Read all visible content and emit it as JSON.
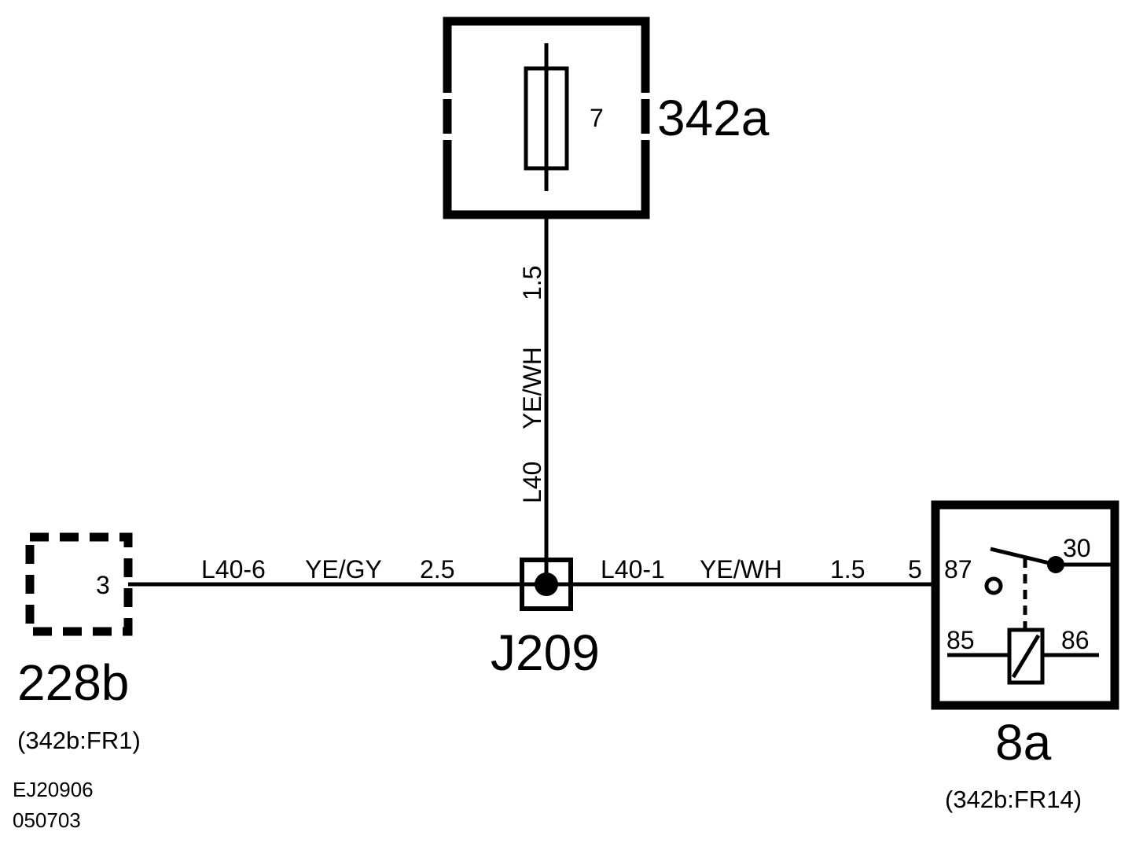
{
  "colors": {
    "ink": "#000000",
    "background": "#ffffff"
  },
  "fuse_box": {
    "name": "342a",
    "fuse_number": "7"
  },
  "connector_228b": {
    "name": "228b",
    "ref": "(342b:FR1)",
    "pin": "3"
  },
  "junction": {
    "name": "J209"
  },
  "relay": {
    "name": "8a",
    "ref": "(342b:FR14)",
    "connector_pin": "5",
    "pins": {
      "p87": "87",
      "p30": "30",
      "p85": "85",
      "p86": "86"
    }
  },
  "wires": {
    "vertical": {
      "circuit": "L40",
      "color": "YE/WH",
      "size": "1.5"
    },
    "left": {
      "circuit": "L40-6",
      "color": "YE/GY",
      "size": "2.5"
    },
    "right": {
      "circuit": "L40-1",
      "color": "YE/WH",
      "size": "1.5"
    }
  },
  "drawing_id": {
    "line1": "EJ20906",
    "line2": "050703"
  }
}
